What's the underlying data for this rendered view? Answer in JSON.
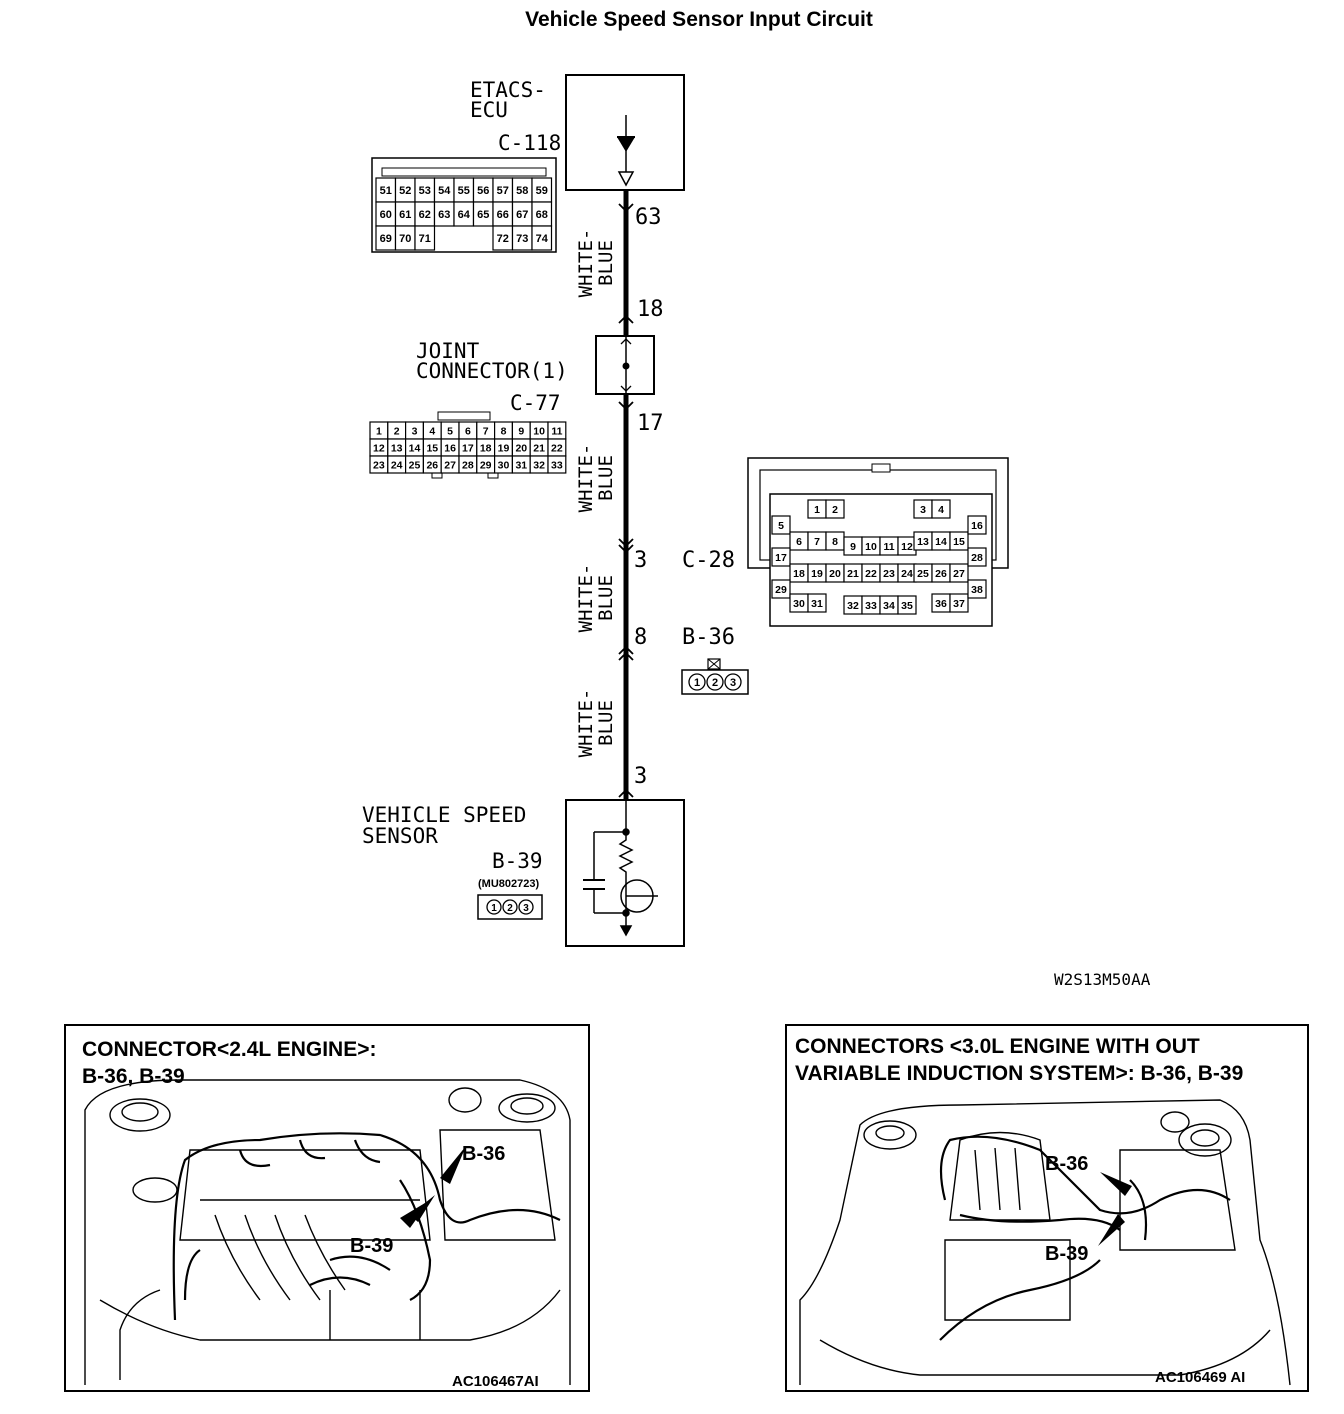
{
  "title": "Vehicle Speed Sensor Input Circuit",
  "etacs": {
    "name_line1": "ETACS-",
    "name_line2": "ECU",
    "connector": "C-118",
    "pin_top": "63",
    "pins": [
      [
        "51",
        "52",
        "53",
        "54",
        "55",
        "56",
        "57",
        "58",
        "59"
      ],
      [
        "60",
        "61",
        "62",
        "63",
        "64",
        "65",
        "66",
        "67",
        "68"
      ],
      [
        "69",
        "70",
        "71",
        "72",
        "73",
        "74"
      ]
    ]
  },
  "wires": [
    {
      "color_line1": "WHITE-",
      "color_line2": "BLUE",
      "from_pin": "63",
      "to_pin": "18"
    },
    {
      "color_line1": "WHITE-",
      "color_line2": "BLUE",
      "from_pin": "17",
      "to_pin": "3"
    },
    {
      "color_line1": "WHITE-",
      "color_line2": "BLUE",
      "from_pin": "3",
      "to_pin": "8"
    },
    {
      "color_line1": "WHITE-",
      "color_line2": "BLUE",
      "from_pin": "8",
      "to_pin": "3"
    }
  ],
  "joint": {
    "name_line1": "JOINT",
    "name_line2": "CONNECTOR(1)",
    "connector": "C-77",
    "pin_in": "18",
    "pin_out": "17",
    "pins": [
      [
        "1",
        "2",
        "3",
        "4",
        "5",
        "6",
        "7",
        "8",
        "9",
        "10",
        "11"
      ],
      [
        "12",
        "13",
        "14",
        "15",
        "16",
        "17",
        "18",
        "19",
        "20",
        "21",
        "22"
      ],
      [
        "23",
        "24",
        "25",
        "26",
        "27",
        "28",
        "29",
        "30",
        "31",
        "32",
        "33"
      ]
    ]
  },
  "c28": {
    "label": "C-28",
    "pin": "3",
    "pins": [
      "1",
      "2",
      "3",
      "4",
      "5",
      "6",
      "7",
      "8",
      "9",
      "10",
      "11",
      "12",
      "13",
      "14",
      "15",
      "16",
      "17",
      "18",
      "19",
      "20",
      "21",
      "22",
      "23",
      "24",
      "25",
      "26",
      "27",
      "28",
      "29",
      "30",
      "31",
      "32",
      "33",
      "34",
      "35",
      "36",
      "37",
      "38"
    ]
  },
  "b36": {
    "label": "B-36",
    "pin": "8",
    "pins": [
      "1",
      "2",
      "3"
    ]
  },
  "sensor": {
    "name_line1": "VEHICLE SPEED",
    "name_line2": "SENSOR",
    "connector": "B-39",
    "part": "(MU802723)",
    "pin": "3",
    "pins": [
      "1",
      "2",
      "3"
    ]
  },
  "diagram_code": "W2S13M50AA",
  "panel_left": {
    "title_line1": "CONNECTOR<2.4L ENGINE>:",
    "title_line2": "B-36, B-39",
    "callout_a": "B-36",
    "callout_b": "B-39",
    "code": "AC106467AI"
  },
  "panel_right": {
    "title_line1": "CONNECTORS <3.0L ENGINE WITH OUT",
    "title_line2": "VARIABLE INDUCTION SYSTEM>: B-36, B-39",
    "callout_a": "B-36",
    "callout_b": "B-39",
    "code": "AC106469 AI"
  }
}
